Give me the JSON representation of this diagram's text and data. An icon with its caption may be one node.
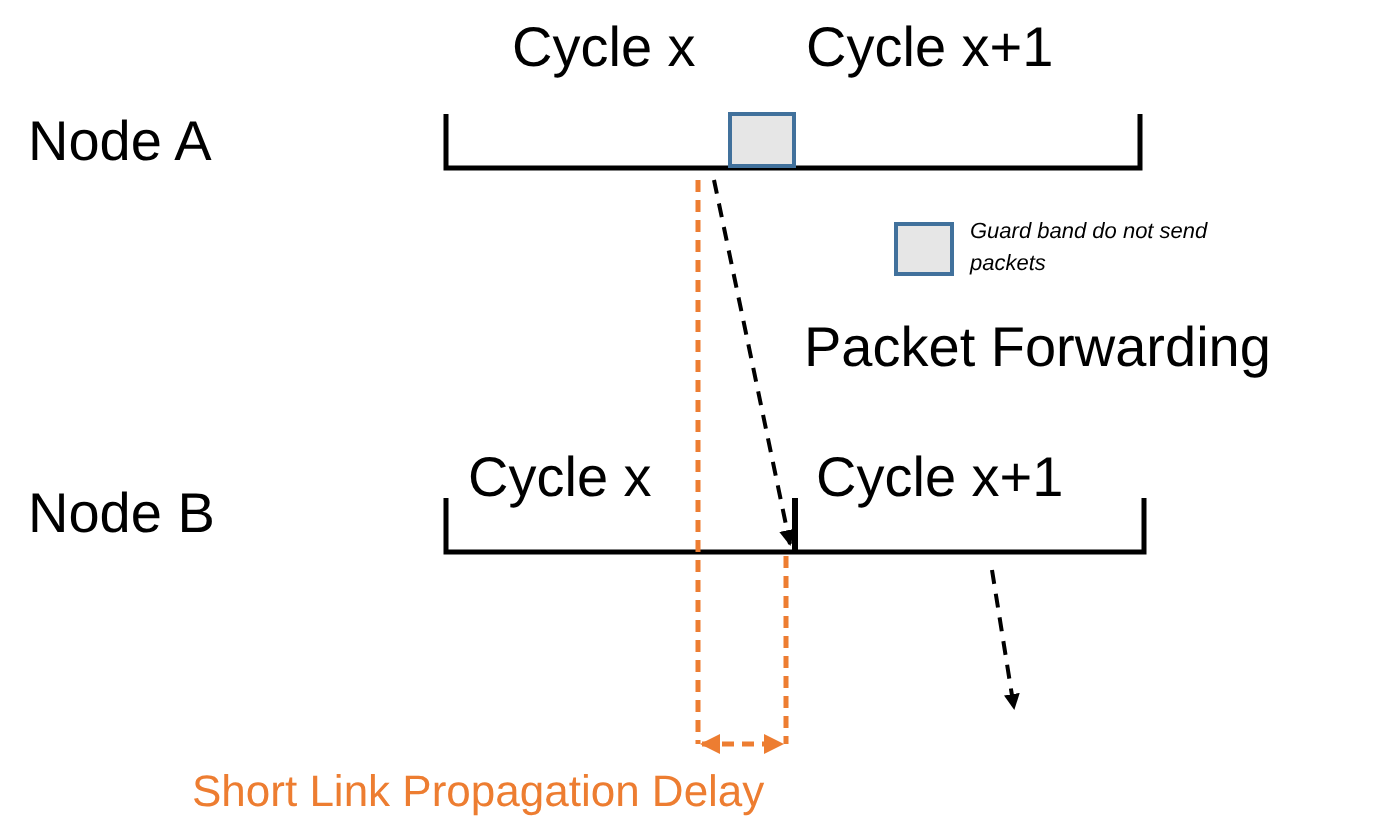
{
  "diagram": {
    "nodes": [
      {
        "text": [],
        "shape": "box"
      },
      {
        "text": [],
        "shape": "bar"
      }
    ],
    "edges": [
      {
        "from": 0,
        "to": 1,
        "arrow": "to",
        "style": "dashed"
      }
    ],
    "labels": [
      "Cycle x",
      "Cycle x+1",
      "Node A",
      "Packet Forwarding",
      "Node B",
      "Cycle x",
      "Cycle x+1",
      "Short Link Propagation Delay"
    ],
    "legend": [
      {
        "text": "Guard band do not send packets",
        "color": "#e6e6e6"
      }
    ]
  }
}
